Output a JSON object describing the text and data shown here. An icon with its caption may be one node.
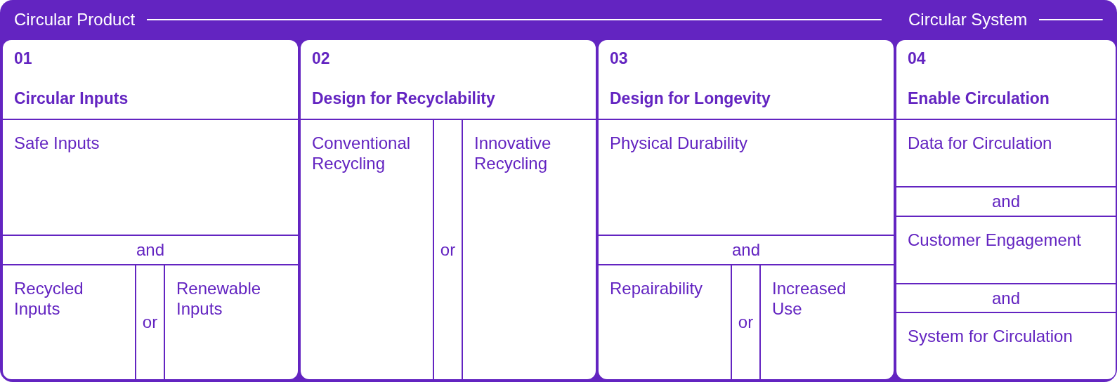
{
  "diagram": {
    "nodes": [
      {
        "text": [
          "Circular Product",
          "Circular System"
        ]
      },
      {
        "text": [
          "01",
          "Circular Inputs"
        ],
        "in": 0
      },
      {
        "text": [
          "Safe Inputs"
        ],
        "in": 1
      },
      {
        "text": [
          "and"
        ],
        "in": 1
      },
      {
        "text": [
          "Recycled Inputs"
        ],
        "in": 1
      },
      {
        "text": [
          "or"
        ],
        "in": 1
      },
      {
        "text": [
          "Renewable Inputs"
        ],
        "in": 1
      },
      {
        "text": [
          "02",
          "Design for Recyclability"
        ],
        "in": 0
      },
      {
        "text": [
          "Conventional Recycling"
        ],
        "in": 7
      },
      {
        "text": [
          "or"
        ],
        "in": 7
      },
      {
        "text": [
          "Innovative Recycling"
        ],
        "in": 7
      },
      {
        "text": [
          "03",
          "Design for Longevity"
        ],
        "in": 0
      },
      {
        "text": [
          "Physical Durability"
        ],
        "in": 11
      },
      {
        "text": [
          "and"
        ],
        "in": 11
      },
      {
        "text": [
          "Repairability"
        ],
        "in": 11
      },
      {
        "text": [
          "or"
        ],
        "in": 11
      },
      {
        "text": [
          "Increased Use"
        ],
        "in": 11
      },
      {
        "text": [
          "04",
          "Enable Circulation"
        ],
        "in": 0
      },
      {
        "text": [
          "Data for Circulation"
        ],
        "in": 17
      },
      {
        "text": [
          "and"
        ],
        "in": 17
      },
      {
        "text": [
          "Customer Engagement"
        ],
        "in": 17
      },
      {
        "text": [
          "and"
        ],
        "in": 17
      },
      {
        "text": [
          "System for Circulation"
        ],
        "in": 17
      }
    ]
  }
}
